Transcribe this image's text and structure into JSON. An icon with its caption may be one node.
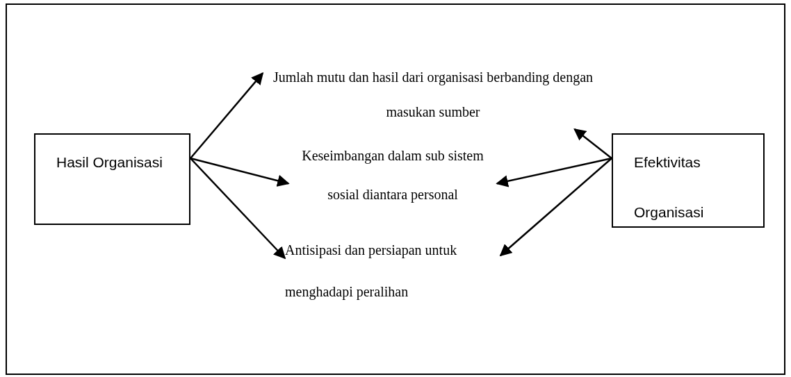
{
  "diagram": {
    "nodes": [
      {
        "text": [
          "Hasil Organisasi"
        ]
      },
      {
        "text": [
          "Efektivitas Organisasi"
        ]
      },
      {
        "text": [
          "Jumlah mutu dan hasil dari organisasi berbanding dengan masukan sumber"
        ]
      },
      {
        "text": [
          "Keseimbangan dalam sub sistem sosial diantara personal"
        ]
      },
      {
        "text": [
          "Antisipasi dan persiapan untuk menghadapi peralihan"
        ]
      }
    ],
    "edges": [
      {
        "from": 0,
        "to": 2,
        "arrow": "to"
      },
      {
        "from": 0,
        "to": 3,
        "arrow": "to"
      },
      {
        "from": 0,
        "to": 4,
        "arrow": "to"
      },
      {
        "from": 1,
        "to": 2,
        "arrow": "to"
      },
      {
        "from": 1,
        "to": 3,
        "arrow": "to"
      },
      {
        "from": 1,
        "to": 4,
        "arrow": "to"
      }
    ]
  }
}
